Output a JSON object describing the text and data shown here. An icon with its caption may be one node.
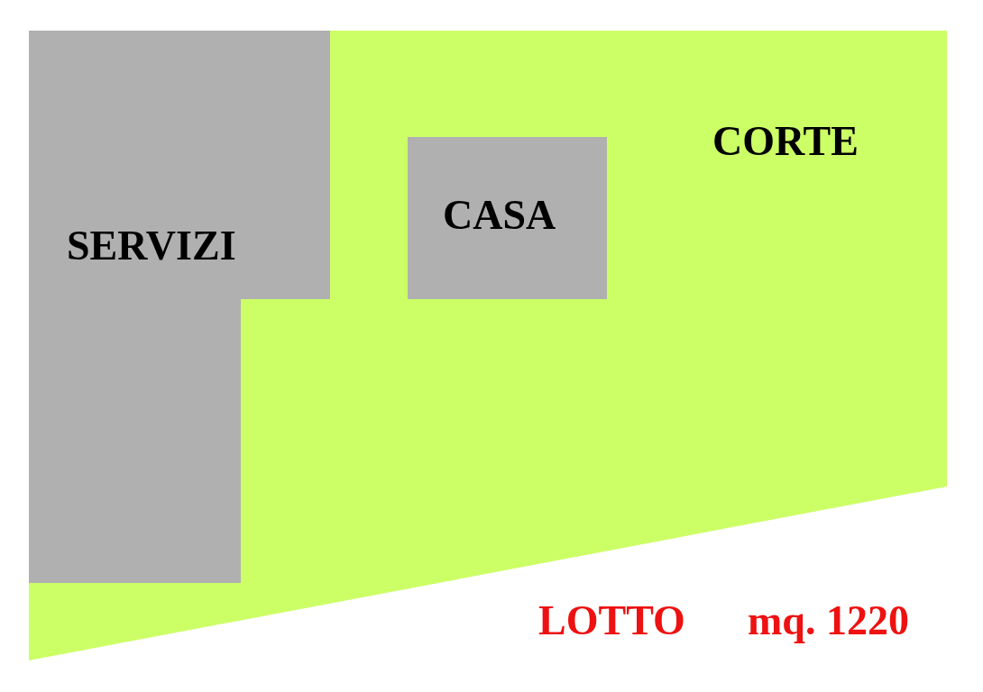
{
  "diagram": {
    "nodes": [
      {
        "text": [
          "CORTE"
        ]
      },
      {
        "text": [
          "SERVIZI"
        ],
        "in": 0
      },
      {
        "text": [
          "CASA"
        ],
        "in": 0
      }
    ],
    "labels": [
      "LOTTO",
      "mq. 1220"
    ]
  }
}
